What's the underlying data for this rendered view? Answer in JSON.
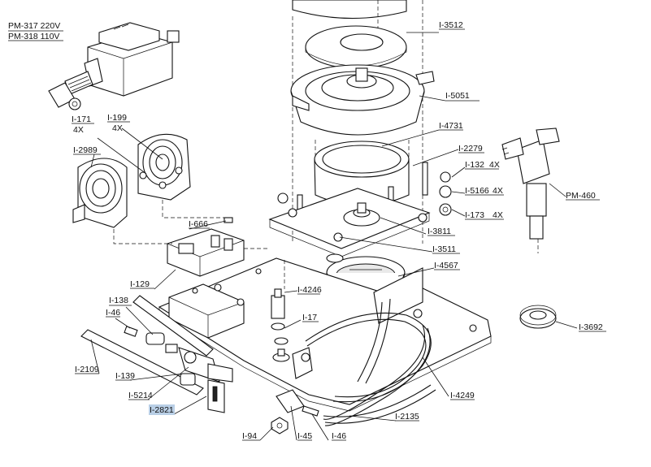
{
  "labels": {
    "pm317": "PM-317 220V",
    "pm318": "PM-318 110V",
    "i171": "I-171",
    "i171_qty": "4X",
    "i199": "I-199",
    "i199_qty": "4X",
    "i2989": "I-2989",
    "i666": "I-666",
    "i129": "I-129",
    "i138": "I-138",
    "i46a": "I-46",
    "i2109": "I-2109",
    "i139": "I-139",
    "i5214": "I-5214",
    "i2821": "I-2821",
    "i94": "I-94",
    "i45": "I-45",
    "i46b": "I-46",
    "i2135": "I-2135",
    "i4249": "I-4249",
    "i3692": "I-3692",
    "i3512": "I-3512",
    "i5051": "I-5051",
    "i4731": "I-4731",
    "i2279": "I-2279",
    "i132": "I-132",
    "i132_qty": "4X",
    "i5166": "I-5166",
    "i5166_qty": "4X",
    "i173": "I-173",
    "i173_qty": "4X",
    "i3811": "I-3811",
    "i3511": "I-3511",
    "i4567": "I-4567",
    "i4246": "I-4246",
    "i17": "I-17",
    "pm460": "PM-460"
  },
  "highlight_color": "#b9cfe6"
}
